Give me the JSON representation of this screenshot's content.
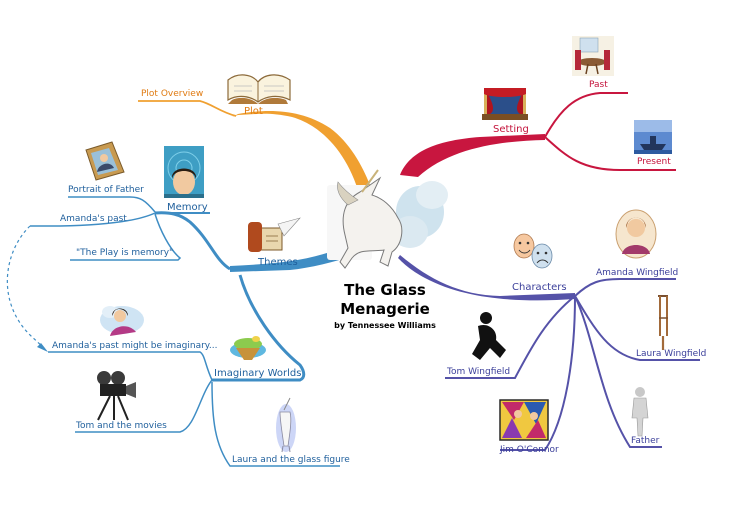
{
  "center": {
    "title_line1": "The Glass",
    "title_line2": "Menagerie",
    "subtitle": "by Tennessee Williams"
  },
  "branches": {
    "plot": {
      "label": "Plot",
      "children": {
        "plot_overview": "Plot Overview"
      }
    },
    "setting": {
      "label": "Setting",
      "children": {
        "past": "Past",
        "present": "Present"
      }
    },
    "themes": {
      "label": "Themes",
      "memory": {
        "label": "Memory",
        "children": {
          "portrait": "Portrait of Father",
          "amandas_past": "Amanda's past",
          "play_is_memory": "\"The Play is memory\""
        }
      },
      "imaginary": {
        "label": "Imaginary Worlds",
        "children": {
          "amanda_imaginary": "Amanda's past might be imaginary...",
          "tom_movies": "Tom and the movies",
          "laura_glass": "Laura and the glass figure"
        }
      }
    },
    "characters": {
      "label": "Characters",
      "children": {
        "amanda": "Amanda Wingfield",
        "laura": "Laura Wingfield",
        "father": "Father",
        "jim": "Jim O'Connor",
        "tom": "Tom Wingfield"
      }
    }
  },
  "colors": {
    "plot": "#f0a030",
    "setting": "#c8163f",
    "themes": "#3f8dc4",
    "characters": "#5552a8"
  },
  "icons": {
    "center": "unicorn-icon",
    "plot": "open-book-icon",
    "past": "dining-room-icon",
    "present": "ship-icon",
    "setting": "theater-stage-icon",
    "memory": "face-portrait-icon",
    "portrait": "framed-portrait-icon",
    "themes": "scroll-quill-icon",
    "amanda_imaginary": "dreaming-woman-icon",
    "imaginary": "floating-island-icon",
    "tom_movies": "movie-camera-icon",
    "laura_glass": "glass-unicorn-icon",
    "characters": "theater-masks-icon",
    "amanda": "woman-portrait-icon",
    "laura": "crutch-icon",
    "father": "standing-man-icon",
    "jim": "stained-glass-icon",
    "tom": "sitting-man-silhouette-icon"
  }
}
